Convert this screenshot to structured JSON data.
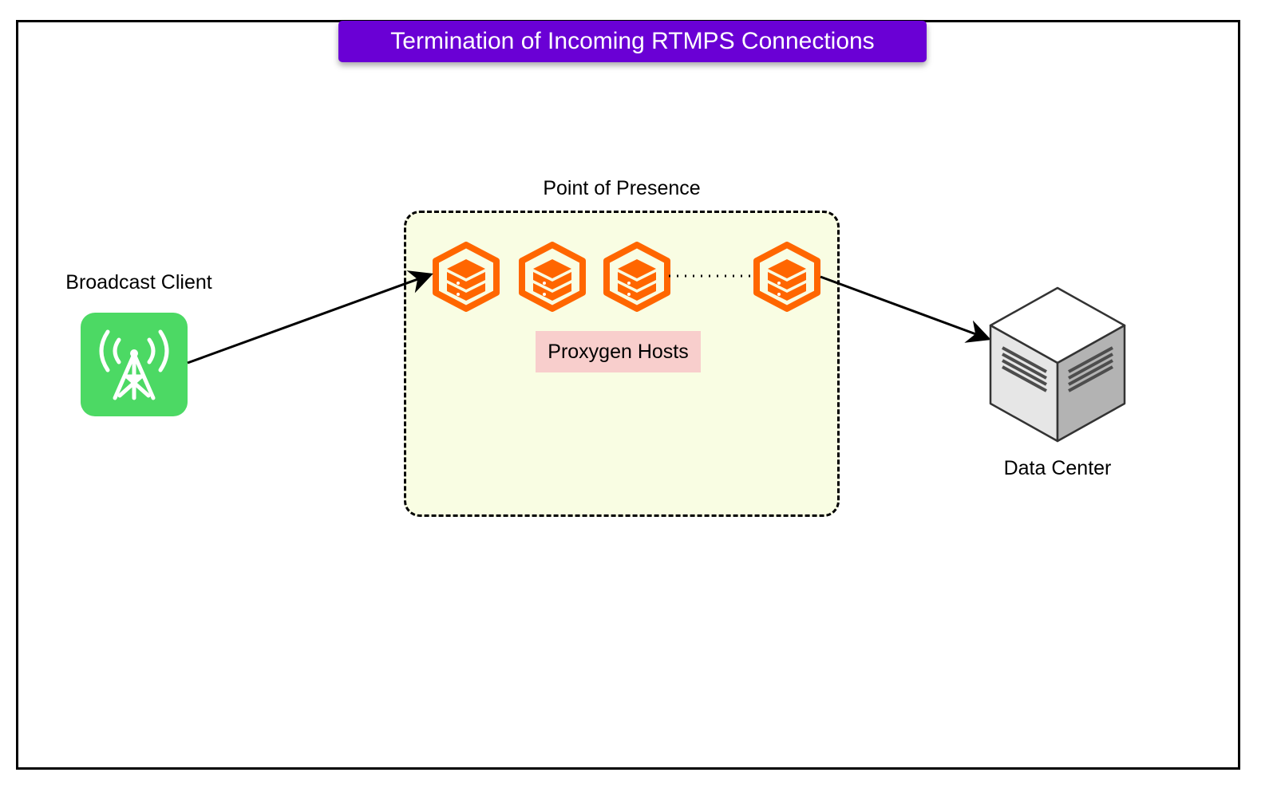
{
  "title": "Termination of Incoming RTMPS Connections",
  "nodes": {
    "broadcast_client": {
      "label": "Broadcast Client",
      "icon": "broadcast-tower-icon",
      "color": "#4cd964"
    },
    "point_of_presence": {
      "label": "Point of Presence",
      "fill": "#f9fde3"
    },
    "proxygen_hosts": {
      "label": "Proxygen Hosts",
      "count_shown": 4,
      "icon": "server-host-icon",
      "color": "#ff6600",
      "label_fill": "#f8cecc"
    },
    "data_center": {
      "label": "Data Center",
      "icon": "server-cube-icon"
    }
  },
  "edges": [
    {
      "from": "broadcast_client",
      "to": "proxygen_hosts",
      "style": "solid-arrow"
    },
    {
      "from": "proxygen_hosts",
      "to": "data_center",
      "style": "solid-arrow"
    },
    {
      "from": "proxygen_hosts",
      "to": "proxygen_hosts",
      "style": "dotted-continuation"
    }
  ],
  "colors": {
    "title_banner": "#6a00d5",
    "title_text": "#ffffff"
  }
}
